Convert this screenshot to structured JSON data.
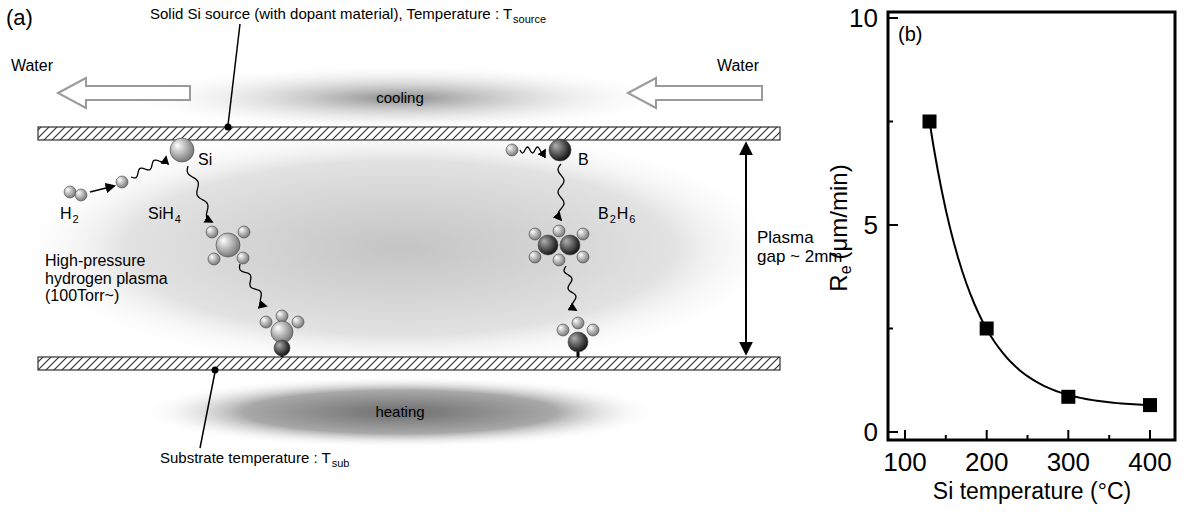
{
  "diagram": {
    "labels": [
      "(a)",
      "Solid Si source (with dopant material), Temperature : T",
      "source",
      "Water",
      "Water",
      "cooling",
      "Si",
      "H",
      "2",
      "SiH",
      "4",
      "B",
      "B",
      "2",
      "H",
      "6",
      "High-pressure hydrogen plasma (100Torr~)",
      "Plasma gap ~ 2mm",
      "heating",
      "Substrate temperature : T",
      "sub",
      "(b)",
      "10",
      "5",
      "0",
      "100",
      "200",
      "300",
      "400",
      "R",
      "e",
      "(μm/min)",
      "Si temperature (°C)"
    ]
  }
}
